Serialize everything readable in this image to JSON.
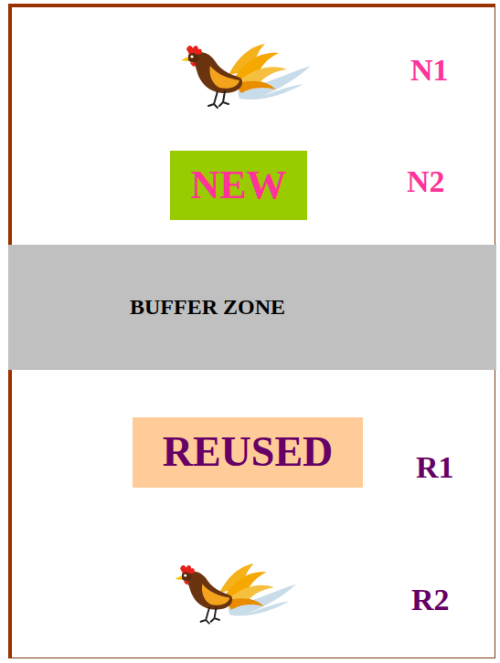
{
  "diagram": {
    "nodes": [
      {
        "text": [
          "NEW"
        ]
      },
      {
        "text": [
          "BUFFER ZONE"
        ]
      },
      {
        "text": [
          "REUSED"
        ]
      }
    ],
    "labels": [
      "N1",
      "N2",
      "R1",
      "R2"
    ]
  }
}
